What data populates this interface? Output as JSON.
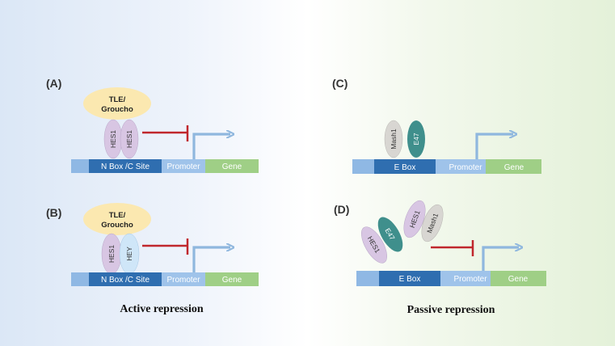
{
  "panels": {
    "a": {
      "label": "(A)",
      "cofactor": "TLE/",
      "cofactor2": "Groucho",
      "protein1": "HES1",
      "protein2": "HES1",
      "site": "N Box /C Site",
      "promoter": "Promoter",
      "gene": "Gene"
    },
    "b": {
      "label": "(B)",
      "cofactor": "TLE/",
      "cofactor2": "Groucho",
      "protein1": "HES1",
      "protein2": "HEY",
      "site": "N Box /C Site",
      "promoter": "Promoter",
      "gene": "Gene"
    },
    "c": {
      "label": "(C)",
      "protein1": "Mash1",
      "protein2": "E47",
      "site": "E Box",
      "promoter": "Promoter",
      "gene": "Gene"
    },
    "d": {
      "label": "(D)",
      "protein1": "HES1",
      "protein2": "E47",
      "protein3": "HES1",
      "protein4": "Mash1",
      "site": "E Box",
      "promoter": "Promoter",
      "gene": "Gene"
    }
  },
  "captions": {
    "left": "Active repression",
    "right": "Passive repression"
  },
  "colors": {
    "dna_light": "#8fb8e4",
    "dna_dark": "#2f6eb0",
    "promoter": "#9fc3ea",
    "gene": "#9fcf86",
    "hes1": "#d8c6e3",
    "hey": "#cfe6f8",
    "mash1": "#d8d6d2",
    "e47": "#3f8f8c",
    "tle": "#fbe8b0",
    "repress": "#c0272d",
    "arrow": "#8fb7de"
  }
}
